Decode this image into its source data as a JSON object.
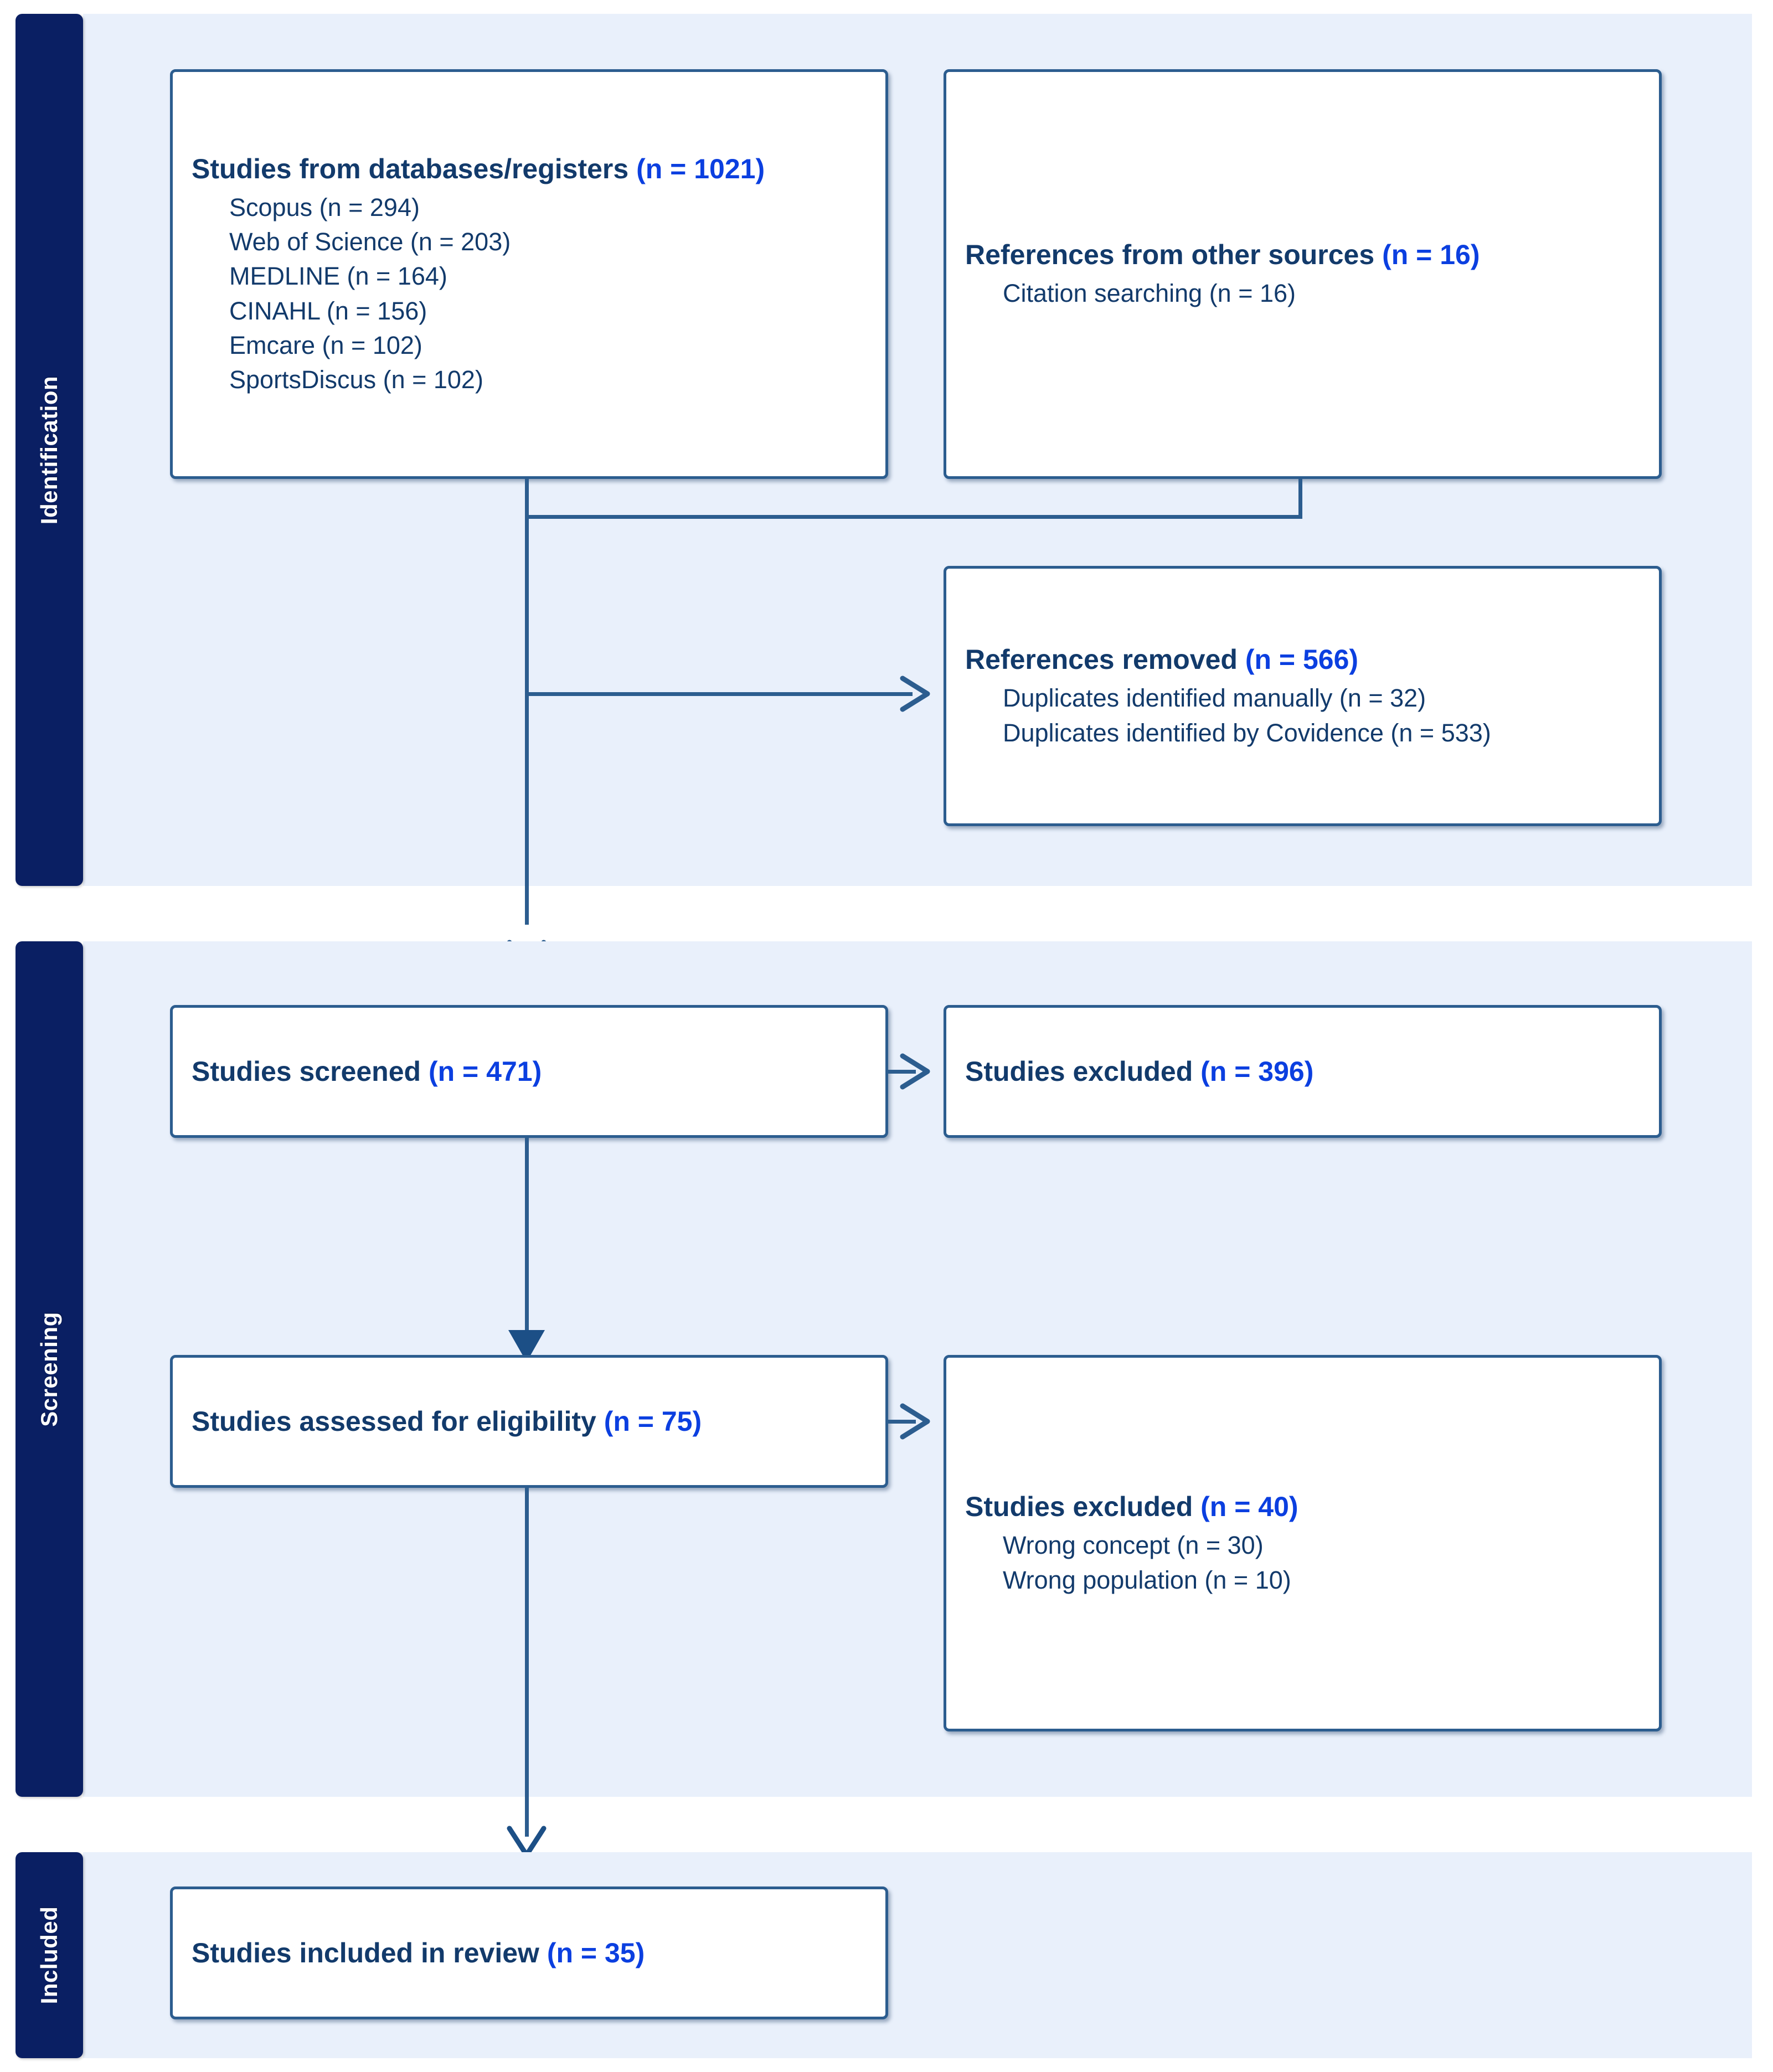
{
  "diagram": {
    "title": "PRISMA flow diagram",
    "accent_dark_navy": "#0a1f63",
    "accent_band": "#e9f0fb",
    "box_border": "#2c5d8f",
    "text_color": "#123a6b",
    "count_color": "#0b3fe0"
  },
  "stages": [
    {
      "id": "identification",
      "label": "Identification"
    },
    {
      "id": "screening",
      "label": "Screening"
    },
    {
      "id": "included",
      "label": "Included"
    }
  ],
  "boxes": {
    "databases": {
      "headline": "Studies from databases/registers ",
      "count": "(n = 1021)",
      "items": [
        "Scopus (n = 294)",
        "Web of Science (n = 203)",
        "MEDLINE (n = 164)",
        "CINAHL (n = 156)",
        "Emcare (n = 102)",
        "SportsDiscus (n = 102)"
      ]
    },
    "other_sources": {
      "headline": "References from other sources ",
      "count": "(n = 16)",
      "items": [
        "Citation searching (n = 16)"
      ]
    },
    "references_removed": {
      "headline": "References removed ",
      "count": "(n = 566)",
      "items": [
        "Duplicates identified manually (n = 32)",
        "Duplicates identified by Covidence (n = 533)"
      ]
    },
    "studies_screened": {
      "headline": "Studies screened ",
      "count": "(n = 471)",
      "items": []
    },
    "studies_excluded_screen": {
      "headline": "Studies excluded ",
      "count": "(n = 396)",
      "items": []
    },
    "studies_eligibility": {
      "headline": "Studies assessed for eligibility ",
      "count": "(n = 75)",
      "items": []
    },
    "studies_excluded_eligibility": {
      "headline": "Studies excluded ",
      "count": "(n = 40)",
      "items": [
        "Wrong concept (n = 30)",
        "Wrong population (n = 10)"
      ]
    },
    "studies_included": {
      "headline": "Studies included in review ",
      "count": "(n = 35)",
      "items": []
    }
  }
}
